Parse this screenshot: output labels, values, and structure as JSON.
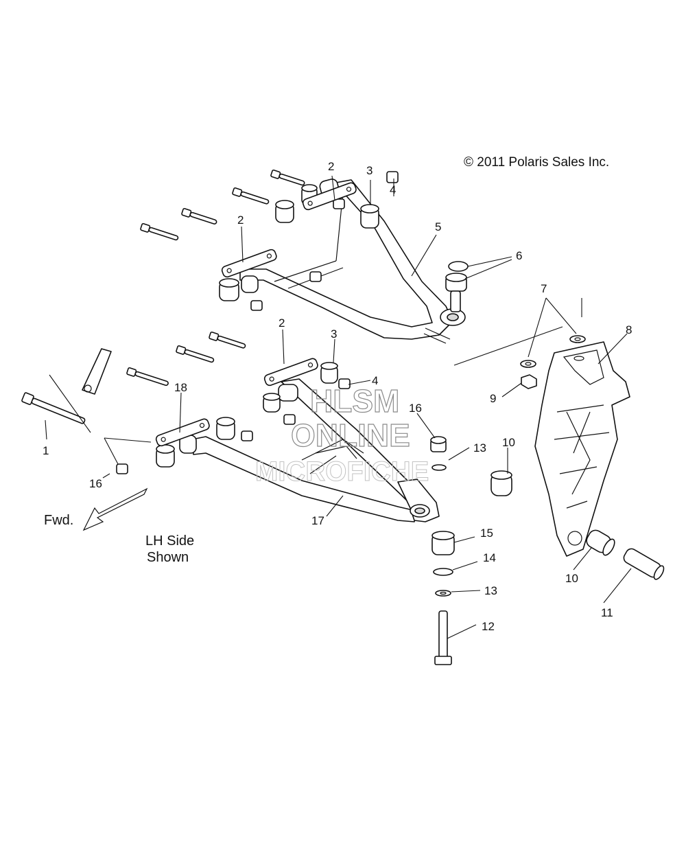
{
  "copyright": "© 2011 Polaris Sales Inc.",
  "watermark": {
    "line1": "HLSM",
    "line2": "ONLINE",
    "line3": "MICROFICHE"
  },
  "notes": {
    "fwd": "Fwd.",
    "side_line1": "LH Side",
    "side_line2": "Shown"
  },
  "callouts": {
    "c1": "1",
    "c2a": "2",
    "c2b": "2",
    "c2c": "2",
    "c3a": "3",
    "c3b": "3",
    "c4a": "4",
    "c4b": "4",
    "c5": "5",
    "c6": "6",
    "c7": "7",
    "c8": "8",
    "c9": "9",
    "c10a": "10",
    "c10b": "10",
    "c11": "11",
    "c12": "12",
    "c13a": "13",
    "c13b": "13",
    "c14": "14",
    "c15": "15",
    "c16a": "16",
    "c16b": "16",
    "c17": "17",
    "c18": "18"
  }
}
